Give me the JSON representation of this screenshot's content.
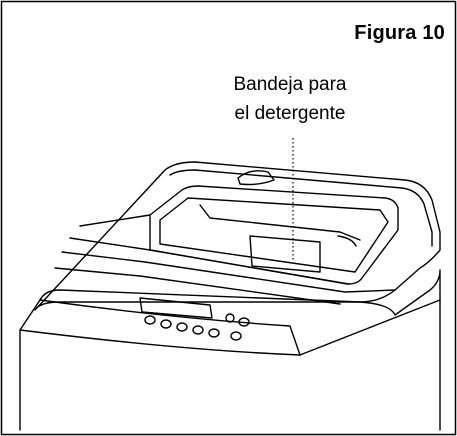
{
  "figure": {
    "title": "Figura 10",
    "callout_line1": "Bandeja para",
    "callout_line2": "el detergente"
  }
}
